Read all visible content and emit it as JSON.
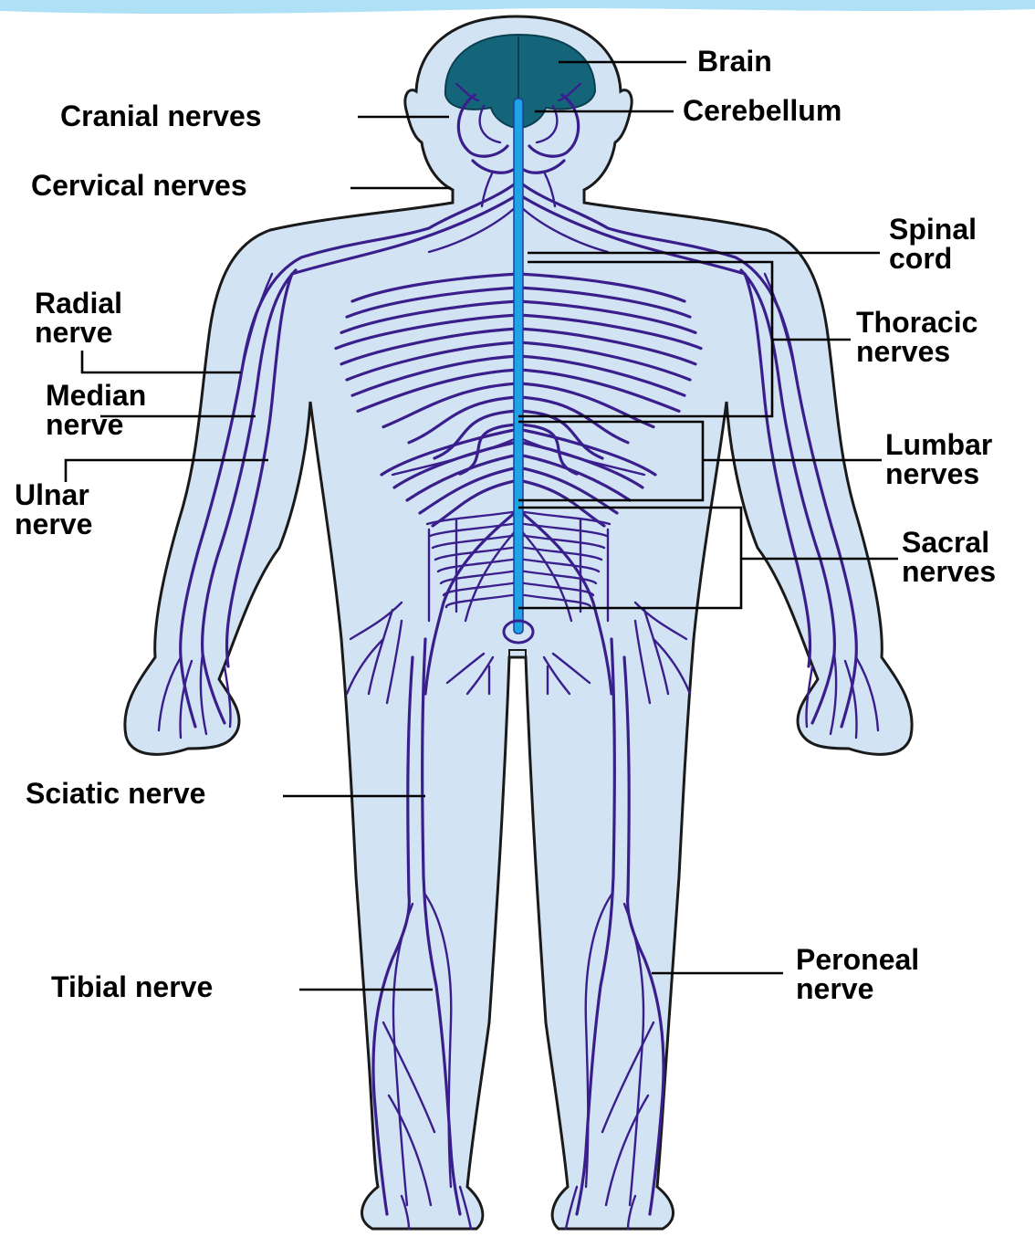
{
  "colors": {
    "body_fill": "#d2e4f4",
    "body_outline": "#1a1a1a",
    "nerve": "#3a1f8c",
    "spinal_cord": "#1fa3e6",
    "brain": "#14647a",
    "banner": "#aee0f6"
  },
  "labels": {
    "brain": "Brain",
    "cerebellum": "Cerebellum",
    "cranial": "Cranial nerves",
    "cervical": "Cervical nerves",
    "spinal_1": "Spinal",
    "spinal_2": "cord",
    "radial_1": "Radial",
    "radial_2": "nerve",
    "thoracic_1": "Thoracic",
    "thoracic_2": "nerves",
    "median_1": "Median",
    "median_2": "nerve",
    "lumbar_1": "Lumbar",
    "lumbar_2": "nerves",
    "ulnar_1": "Ulnar",
    "ulnar_2": "nerve",
    "sacral_1": "Sacral",
    "sacral_2": "nerves",
    "sciatic": "Sciatic nerve",
    "tibial": "Tibial nerve",
    "peroneal_1": "Peroneal",
    "peroneal_2": "nerve"
  }
}
